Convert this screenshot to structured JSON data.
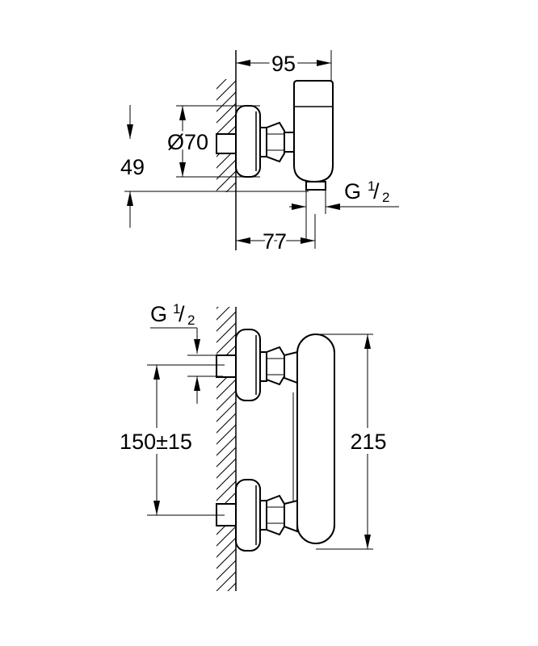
{
  "top_view": {
    "width_label": "95",
    "diameter_label": "Ø70",
    "height_label": "49",
    "thread_main": "G",
    "thread_num": "1",
    "thread_sep": "/",
    "thread_den": "2",
    "offset_label": "77"
  },
  "front_view": {
    "thread_main": "G",
    "thread_num": "1",
    "thread_sep": "/",
    "thread_den": "2",
    "spacing_label": "150±15",
    "height_label": "215"
  }
}
